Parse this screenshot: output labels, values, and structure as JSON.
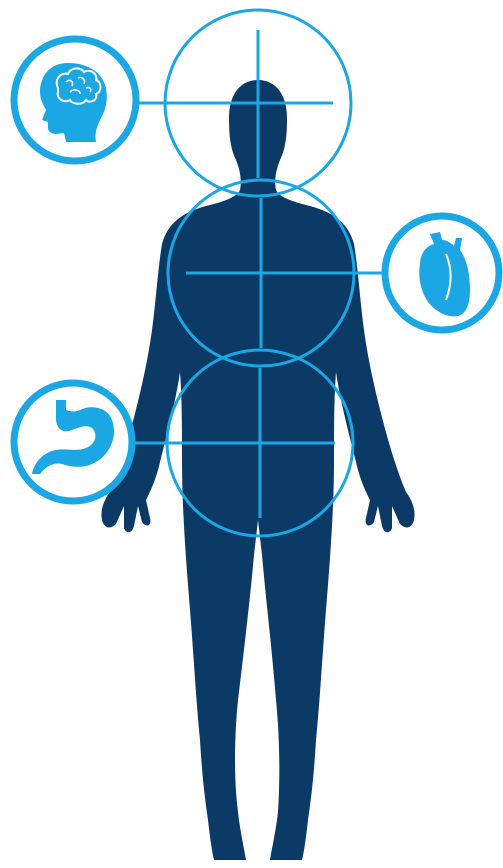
{
  "colors": {
    "body": "#0b3a66",
    "accent": "#1aa7e3",
    "organ": "#1aa7e3",
    "background": "#ffffff"
  },
  "figure": {
    "icon": "human-body-silhouette-icon"
  },
  "regions": [
    {
      "id": "head",
      "icon": "brain-icon"
    },
    {
      "id": "chest",
      "icon": "heart-icon"
    },
    {
      "id": "abdomen",
      "icon": "stomach-icon"
    }
  ]
}
